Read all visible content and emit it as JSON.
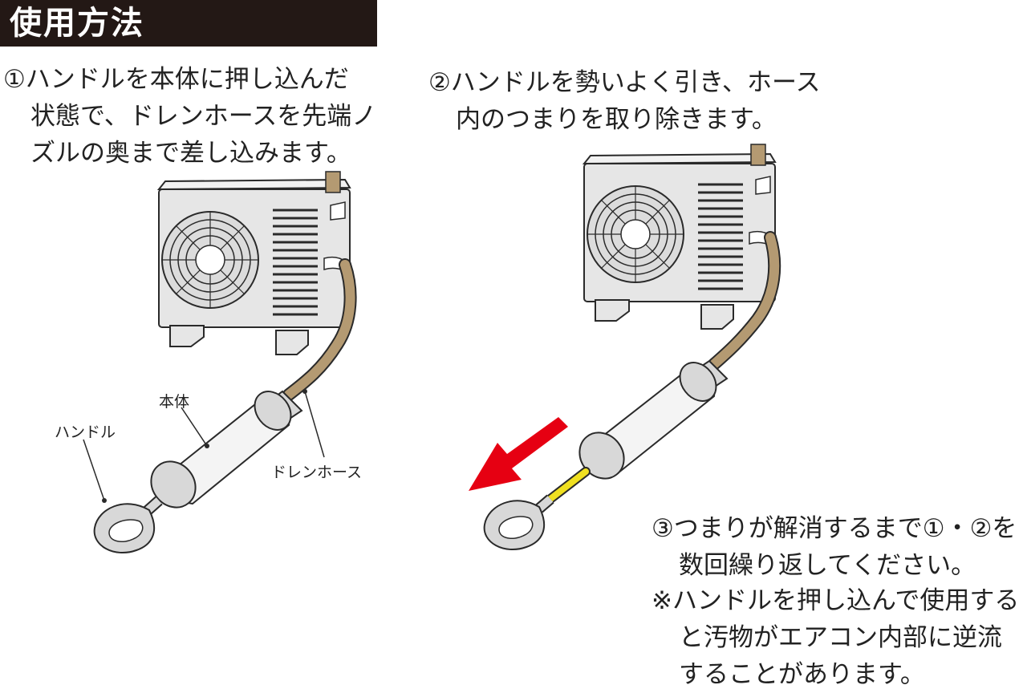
{
  "header": {
    "title": "使用方法"
  },
  "steps": [
    {
      "num": "①",
      "lines": [
        "ハンドルを本体に押し込んだ",
        "状態で、ドレンホースを先端ノ",
        "ズルの奥まで差し込みます。"
      ]
    },
    {
      "num": "②",
      "lines": [
        "ハンドルを勢いよく引き、ホース",
        "内のつまりを取り除きます。"
      ]
    },
    {
      "num": "③",
      "lines": [
        "つまりが解消するまで①・②を",
        "数回繰り返してください。"
      ]
    }
  ],
  "note": {
    "mark": "※",
    "lines": [
      "ハンドルを押し込んで使用する",
      "と汚物がエアコン内部に逆流",
      "することがあります。"
    ]
  },
  "labels": {
    "body": "本体",
    "handle": "ハンドル",
    "drain_hose": "ドレンホース"
  },
  "colors": {
    "unit": "#e6e6e6",
    "outline": "#2a2a2a",
    "hose": "#b49a72",
    "rod": "#f0e020",
    "arrow": "#e60012",
    "title_bg": "#231815"
  }
}
